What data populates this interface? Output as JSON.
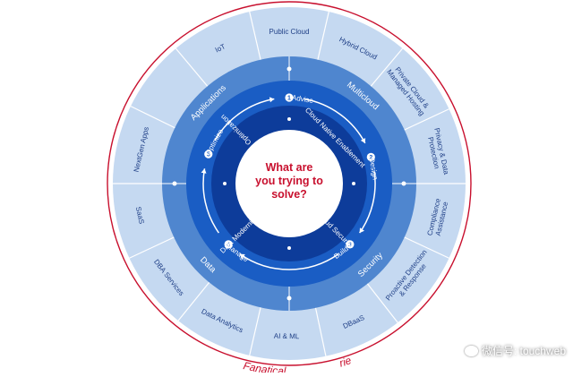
{
  "center": {
    "lines": [
      "What are",
      "you trying to",
      "solve?"
    ]
  },
  "inner_ring": [
    "Cloud Optimization",
    "Cloud Native Enablement",
    "Cloud Security",
    "Data Modernization"
  ],
  "cycle_steps": [
    {
      "num": "1",
      "label": "Advise"
    },
    {
      "num": "2",
      "label": "Design"
    },
    {
      "num": "3",
      "label": "Build"
    },
    {
      "num": "4",
      "label": "Manage"
    },
    {
      "num": "5",
      "label": "Optimize"
    }
  ],
  "sections": [
    "Applications",
    "Multicloud",
    "Security",
    "Data"
  ],
  "outer_ring": [
    {
      "lines": [
        "IoT"
      ]
    },
    {
      "lines": [
        "Public Cloud"
      ]
    },
    {
      "lines": [
        "Hybrid Cloud"
      ]
    },
    {
      "lines": [
        "Private Cloud &",
        "Managed Hosting"
      ]
    },
    {
      "lines": [
        "Privacy & Data",
        "Protection"
      ]
    },
    {
      "lines": [
        "Compliance",
        "Assistance"
      ]
    },
    {
      "lines": [
        "Proactive Detection",
        "& Response"
      ]
    },
    {
      "lines": [
        "DBaaS"
      ]
    },
    {
      "lines": [
        "AI & ML"
      ]
    },
    {
      "lines": [
        "Data Analytics"
      ]
    },
    {
      "lines": [
        "DBA Services"
      ]
    },
    {
      "lines": [
        "SaaS"
      ]
    },
    {
      "lines": [
        "NextGen Apps"
      ]
    }
  ],
  "footer_partial": "Fanatical",
  "footer_partial_end": "rience™",
  "watermark": "微信号: touchweb",
  "colors": {
    "outer_ring": "#c5d9f1",
    "section_ring": "#4f86cf",
    "step_ring": "#1a5dc4",
    "inner_ring": "#0d3c9a",
    "core": "#ffffff",
    "center_text": "#c8102e",
    "outer_text": "#1f3f86",
    "frame_circle": "#c8102e"
  }
}
